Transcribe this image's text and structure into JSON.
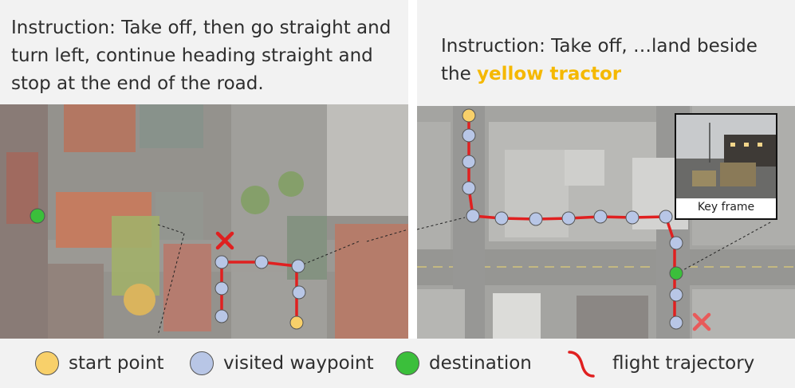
{
  "left": {
    "instruction": "Instruction: Take off, then go straight and turn left, continue heading straight and stop at the end of the road."
  },
  "right": {
    "instruction_prefix": "Instruction: Take off, …land beside the ",
    "instruction_highlight": "yellow tractor",
    "key_frame_label": "Key frame"
  },
  "legend": {
    "start_label": "start point",
    "waypoint_label": "visited waypoint",
    "destination_label": "destination",
    "trajectory_label": "flight trajectory"
  },
  "colors": {
    "start": "#f8d06a",
    "waypoint": "#b8c6e6",
    "destination": "#3bbf3b",
    "trajectory": "#e02020",
    "highlight": "#f5b800"
  }
}
